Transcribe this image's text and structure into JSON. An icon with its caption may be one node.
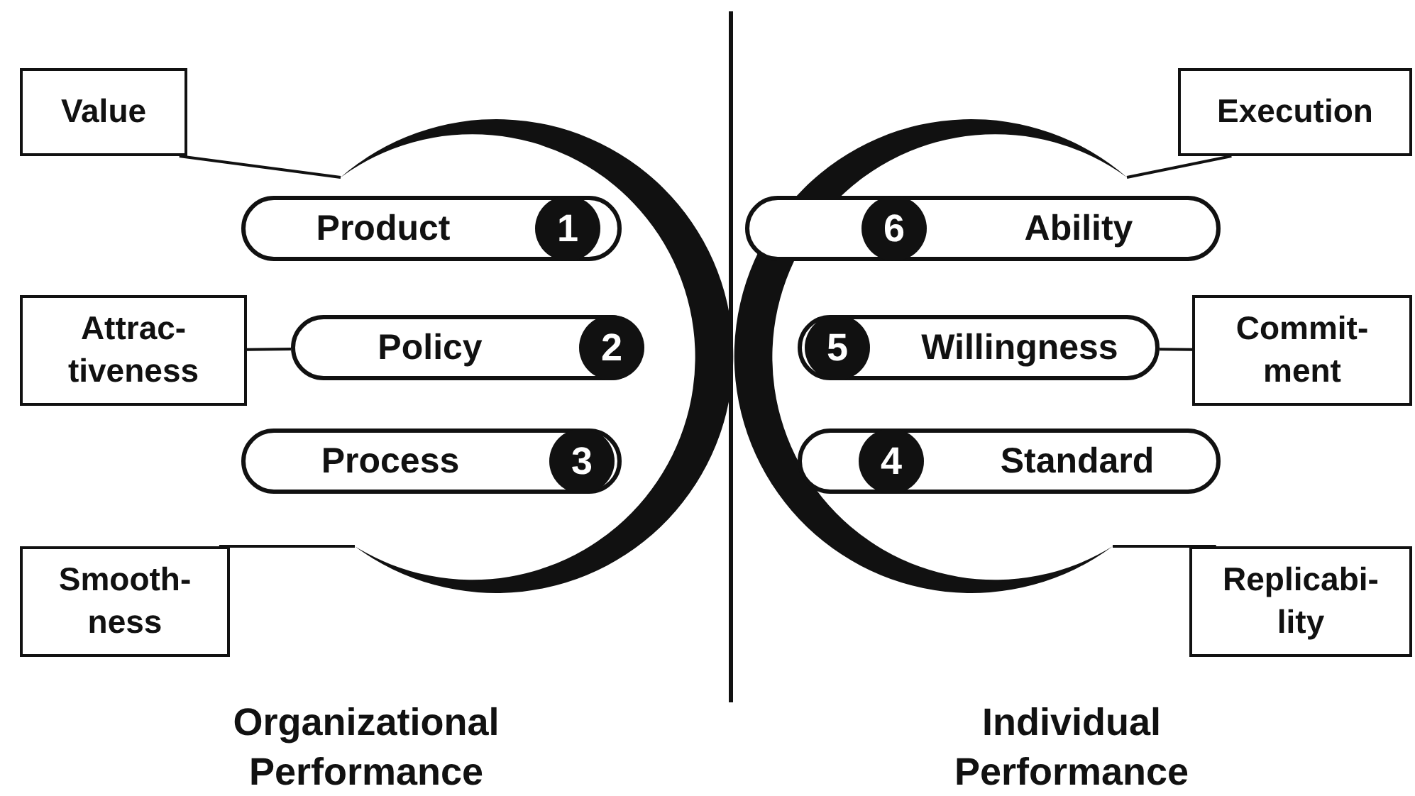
{
  "diagram": {
    "nodes": [
      {
        "text": [],
        "shape": "crescent"
      },
      {
        "text": [],
        "shape": "crescent"
      },
      {
        "text": [
          "Value"
        ]
      },
      {
        "text": [
          "Execution"
        ]
      },
      {
        "text": [
          "Product",
          "1"
        ]
      },
      {
        "text": [
          "6",
          "Ability"
        ]
      },
      {
        "text": [
          "Attrac- tiveness"
        ]
      },
      {
        "text": [
          "Policy",
          "2"
        ]
      },
      {
        "text": [
          "5",
          "Willingness"
        ]
      },
      {
        "text": [
          "Commit- ment"
        ]
      },
      {
        "text": [
          "Process",
          "3"
        ]
      },
      {
        "text": [
          "4",
          "Standard"
        ]
      },
      {
        "text": [
          "Smooth- ness"
        ]
      },
      {
        "text": [
          "Replicabi- lity"
        ]
      }
    ],
    "edges": [
      {
        "from": 2,
        "to": 0,
        "arrow": "none"
      },
      {
        "from": 3,
        "to": 1,
        "arrow": "none"
      },
      {
        "from": 6,
        "to": 7,
        "arrow": "none"
      },
      {
        "from": 9,
        "to": 8,
        "arrow": "none"
      },
      {
        "from": 12,
        "to": 0,
        "arrow": "none"
      },
      {
        "from": 13,
        "to": 1,
        "arrow": "none"
      }
    ],
    "labels": [
      "Organizational Performance",
      "Individual Performance"
    ]
  }
}
